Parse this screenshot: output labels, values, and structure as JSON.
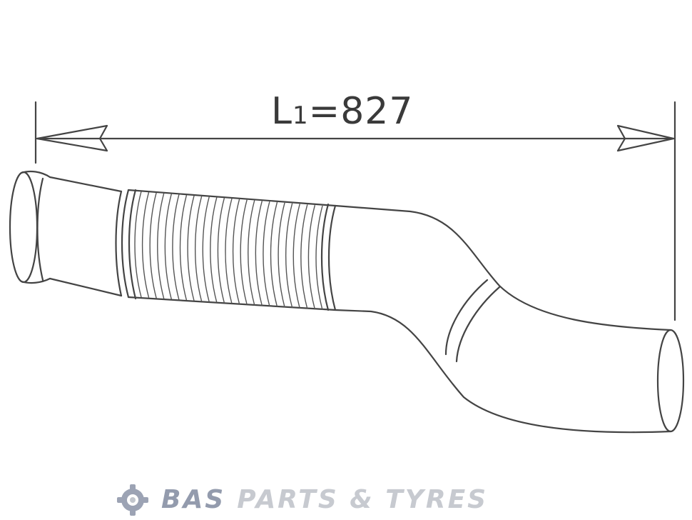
{
  "dimension": {
    "symbol": "L",
    "subscript": "1",
    "equals": "=",
    "value": "827"
  },
  "watermark": {
    "brand": "BAS",
    "tagline": "PARTS & TYRES",
    "logo_icon": "gear-logo-icon"
  },
  "colors": {
    "line": "#444444",
    "brand": "#3b4a6b",
    "tagline": "#9aa0ab"
  }
}
